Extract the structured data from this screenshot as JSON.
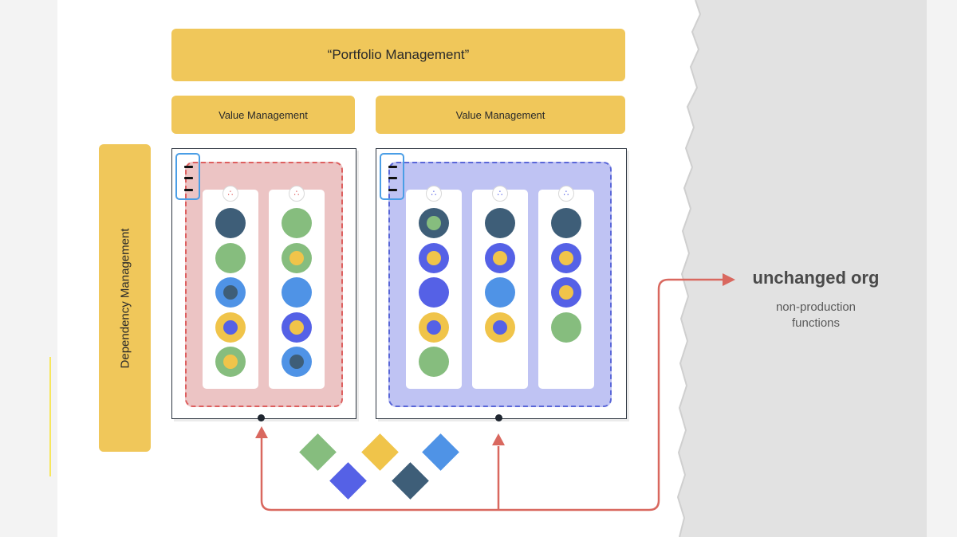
{
  "banners": {
    "portfolio": "“Portfolio Management”",
    "value_left": "Value Management",
    "value_right": "Value Management",
    "dependency": "Dependency Management"
  },
  "side_label": {
    "title": "unchanged org",
    "subtitle_line1": "non-production",
    "subtitle_line2": "functions"
  },
  "colors": {
    "banner_yellow": "#f0c75a",
    "team_red": "#ecc4c4",
    "team_blue": "#bfc3f3",
    "dark_slate": "#3e5e78",
    "green": "#86bd7e",
    "blue": "#4f93e6",
    "indigo": "#5561e6",
    "yellow": "#f0c44a",
    "arrow_red": "#d9685f",
    "handle_blue": "#4a9ee6"
  },
  "icons": {
    "team_icon_red": "team-people-icon",
    "team_icon_blue": "team-people-icon",
    "handle": "menu-handle-icon"
  },
  "teams": [
    {
      "name": "red-team",
      "lanes": [
        [
          "dark",
          "green",
          "blue>dark",
          "yellow>indigo",
          "green>yellow"
        ],
        [
          "green",
          "green>yellow",
          "blue",
          "indigo>yellow",
          "blue>dark"
        ]
      ]
    },
    {
      "name": "blue-team",
      "lanes": [
        [
          "dark>green",
          "indigo>yellow",
          "indigo",
          "yellow>indigo",
          "green"
        ],
        [
          "dark",
          "indigo>yellow",
          "blue",
          "yellow>indigo"
        ],
        [
          "dark",
          "indigo>yellow",
          "indigo>yellow",
          "green"
        ]
      ]
    }
  ],
  "diamonds": [
    "green",
    "yellow",
    "blue",
    "indigo",
    "dark"
  ]
}
